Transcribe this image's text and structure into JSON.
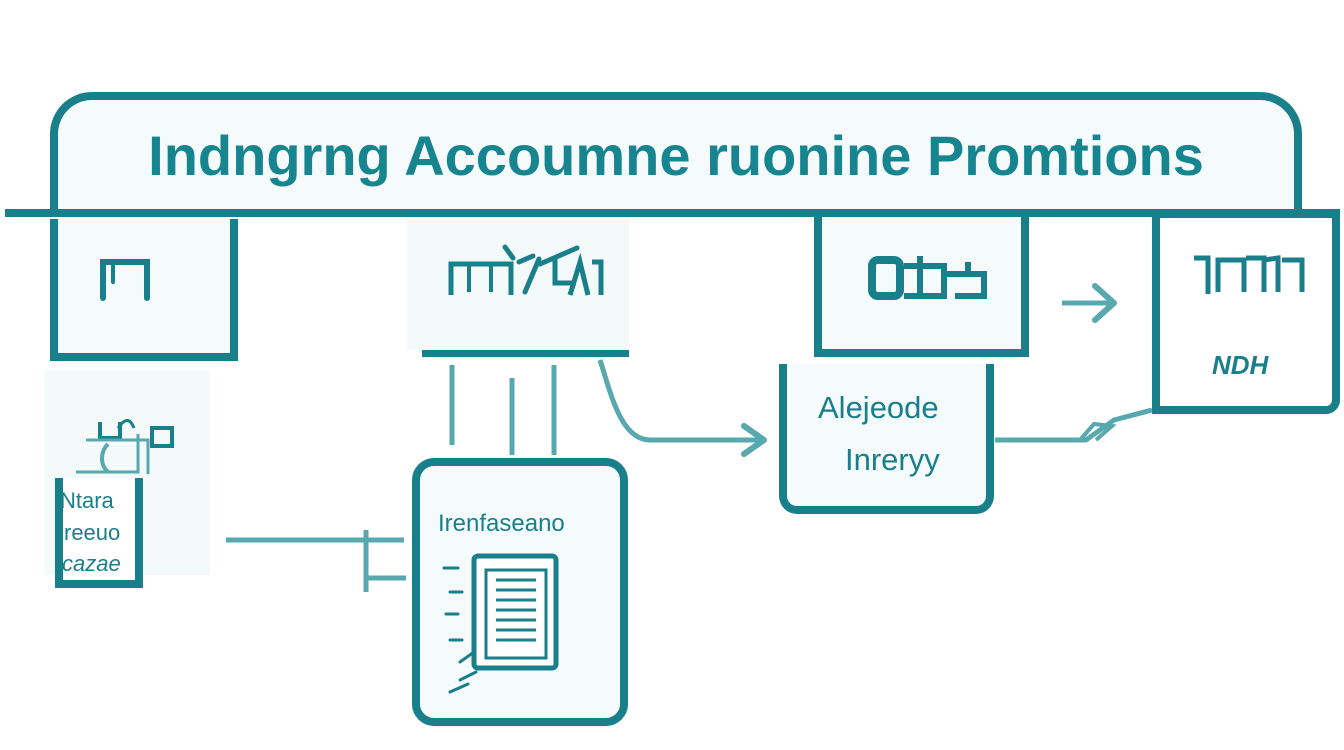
{
  "diagram": {
    "title": "Indngrng Accoumne ruonine Promtions",
    "nodes": {
      "top_right_label": "NDH",
      "middle_right_label_line1": "Alejeode",
      "middle_right_label_line2": "Inreryy",
      "left_label_line1": "Ntara",
      "left_label_line2": "reeuo",
      "left_label_line3": "cazae",
      "center_label": "Irenfaseano"
    },
    "colors": {
      "primary": "#187f8b",
      "secondary": "#58a8b0",
      "background": "#ffffff",
      "panel": "#f5fbfc"
    },
    "icons": [
      "bracket-icon",
      "device-icon",
      "machine-icon",
      "door-icon",
      "document-icon",
      "clipboard-icon"
    ]
  }
}
